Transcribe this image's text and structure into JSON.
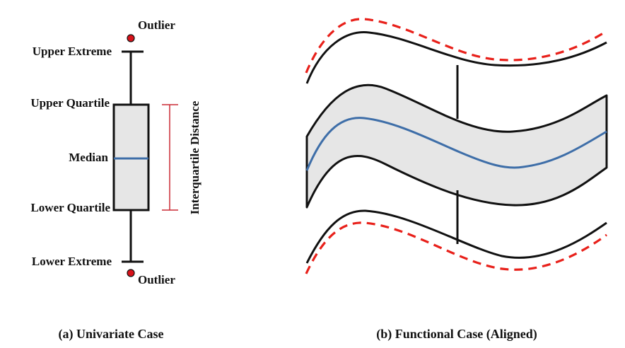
{
  "colors": {
    "stroke": "#111111",
    "box_fill": "#e6e6e6",
    "median_line": "#3e6ea8",
    "outlier_dash": "#e8201a",
    "outlier_dot": "#d8121a",
    "iqr_bracket": "#cc2a35"
  },
  "univariate": {
    "labels": {
      "outlier_top": "Outlier",
      "upper_extreme": "Upper Extreme",
      "upper_quartile": "Upper Quartile",
      "median": "Median",
      "lower_quartile": "Lower Quartile",
      "lower_extreme": "Lower Extreme",
      "outlier_bottom": "Outlier",
      "iqr": "Interquartile Distance"
    },
    "caption": "(a) Univariate Case"
  },
  "functional": {
    "caption": "(b) Functional Case (Aligned)"
  }
}
